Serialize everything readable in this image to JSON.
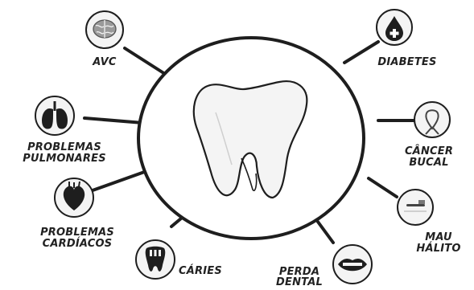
{
  "diagram": {
    "center": {
      "icon": "tooth-icon"
    },
    "nodes": [
      {
        "key": "avc",
        "lines": [
          "AVC"
        ],
        "icon": "brain-icon"
      },
      {
        "key": "diabetes",
        "lines": [
          "DIABETES"
        ],
        "icon": "blood-drop-icon"
      },
      {
        "key": "pulmonares",
        "lines": [
          "PROBLEMAS",
          "PULMONARES"
        ],
        "icon": "lungs-icon"
      },
      {
        "key": "cancer",
        "lines": [
          "CÂNCER",
          "BUCAL"
        ],
        "icon": "cancer-ribbon-icon"
      },
      {
        "key": "cardiacos",
        "lines": [
          "PROBLEMAS",
          "CARDÍACOS"
        ],
        "icon": "heart-icon"
      },
      {
        "key": "halito",
        "lines": [
          "MAU",
          "HÁLITO"
        ],
        "icon": "toothbrush-icon"
      },
      {
        "key": "caries",
        "lines": [
          "CÁRIES"
        ],
        "icon": "decayed-tooth-icon"
      },
      {
        "key": "perda",
        "lines": [
          "PERDA",
          "DENTAL"
        ],
        "icon": "mouth-icon"
      }
    ],
    "colors": {
      "ink": "#1e1e1e",
      "icon_bg": "#f4f4f4"
    }
  }
}
